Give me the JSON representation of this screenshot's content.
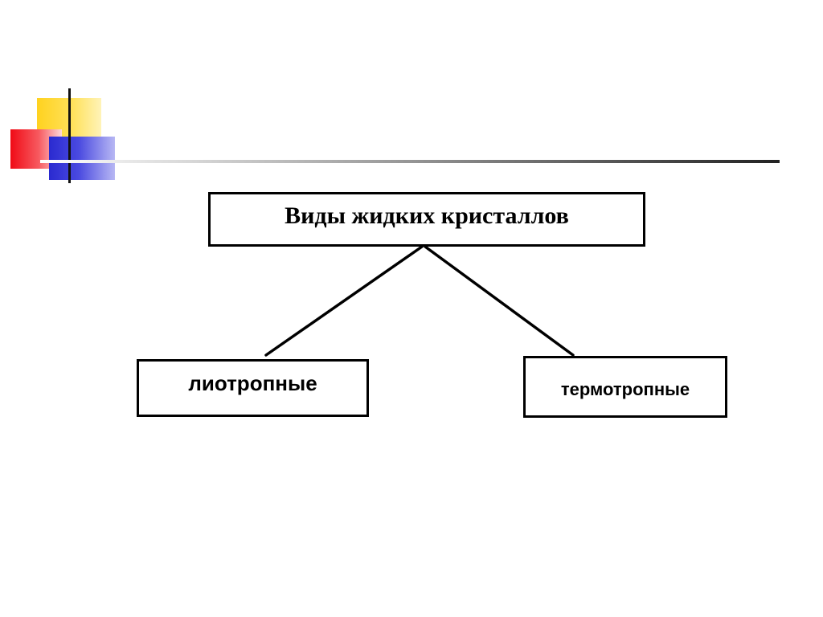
{
  "diagram": {
    "root": {
      "label": "Виды жидких кристаллов"
    },
    "children": [
      {
        "label": "лиотропные"
      },
      {
        "label": "термотропные"
      }
    ]
  },
  "colors": {
    "logo_yellow": "#ffd21f",
    "logo_red": "#f00b16",
    "logo_blue": "#2a2ad0",
    "line": "#000000"
  }
}
